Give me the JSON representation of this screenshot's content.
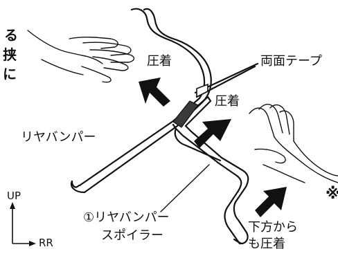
{
  "colors": {
    "ink": "#111111",
    "seal_dark": "#3a3a3a",
    "background": "#ffffff"
  },
  "labels": {
    "press_top": "圧着",
    "double_tape": "両面テープ",
    "press_right": "圧着",
    "rear_bumper": "リヤバンパー",
    "spoiler_line1": "①リヤバンパー",
    "spoiler_line2": "スポイラー",
    "from_below_line1": "下方から",
    "from_below_line2": "も圧着",
    "axis_up": "UP",
    "axis_rr": "RR",
    "edge_left_1": "る",
    "edge_left_2": "挟",
    "edge_left_3": "に",
    "edge_right": "※"
  },
  "icons": [
    "hand-left-icon",
    "hand-right-icon",
    "press-arrow-icon",
    "axis-arrow-icon"
  ]
}
